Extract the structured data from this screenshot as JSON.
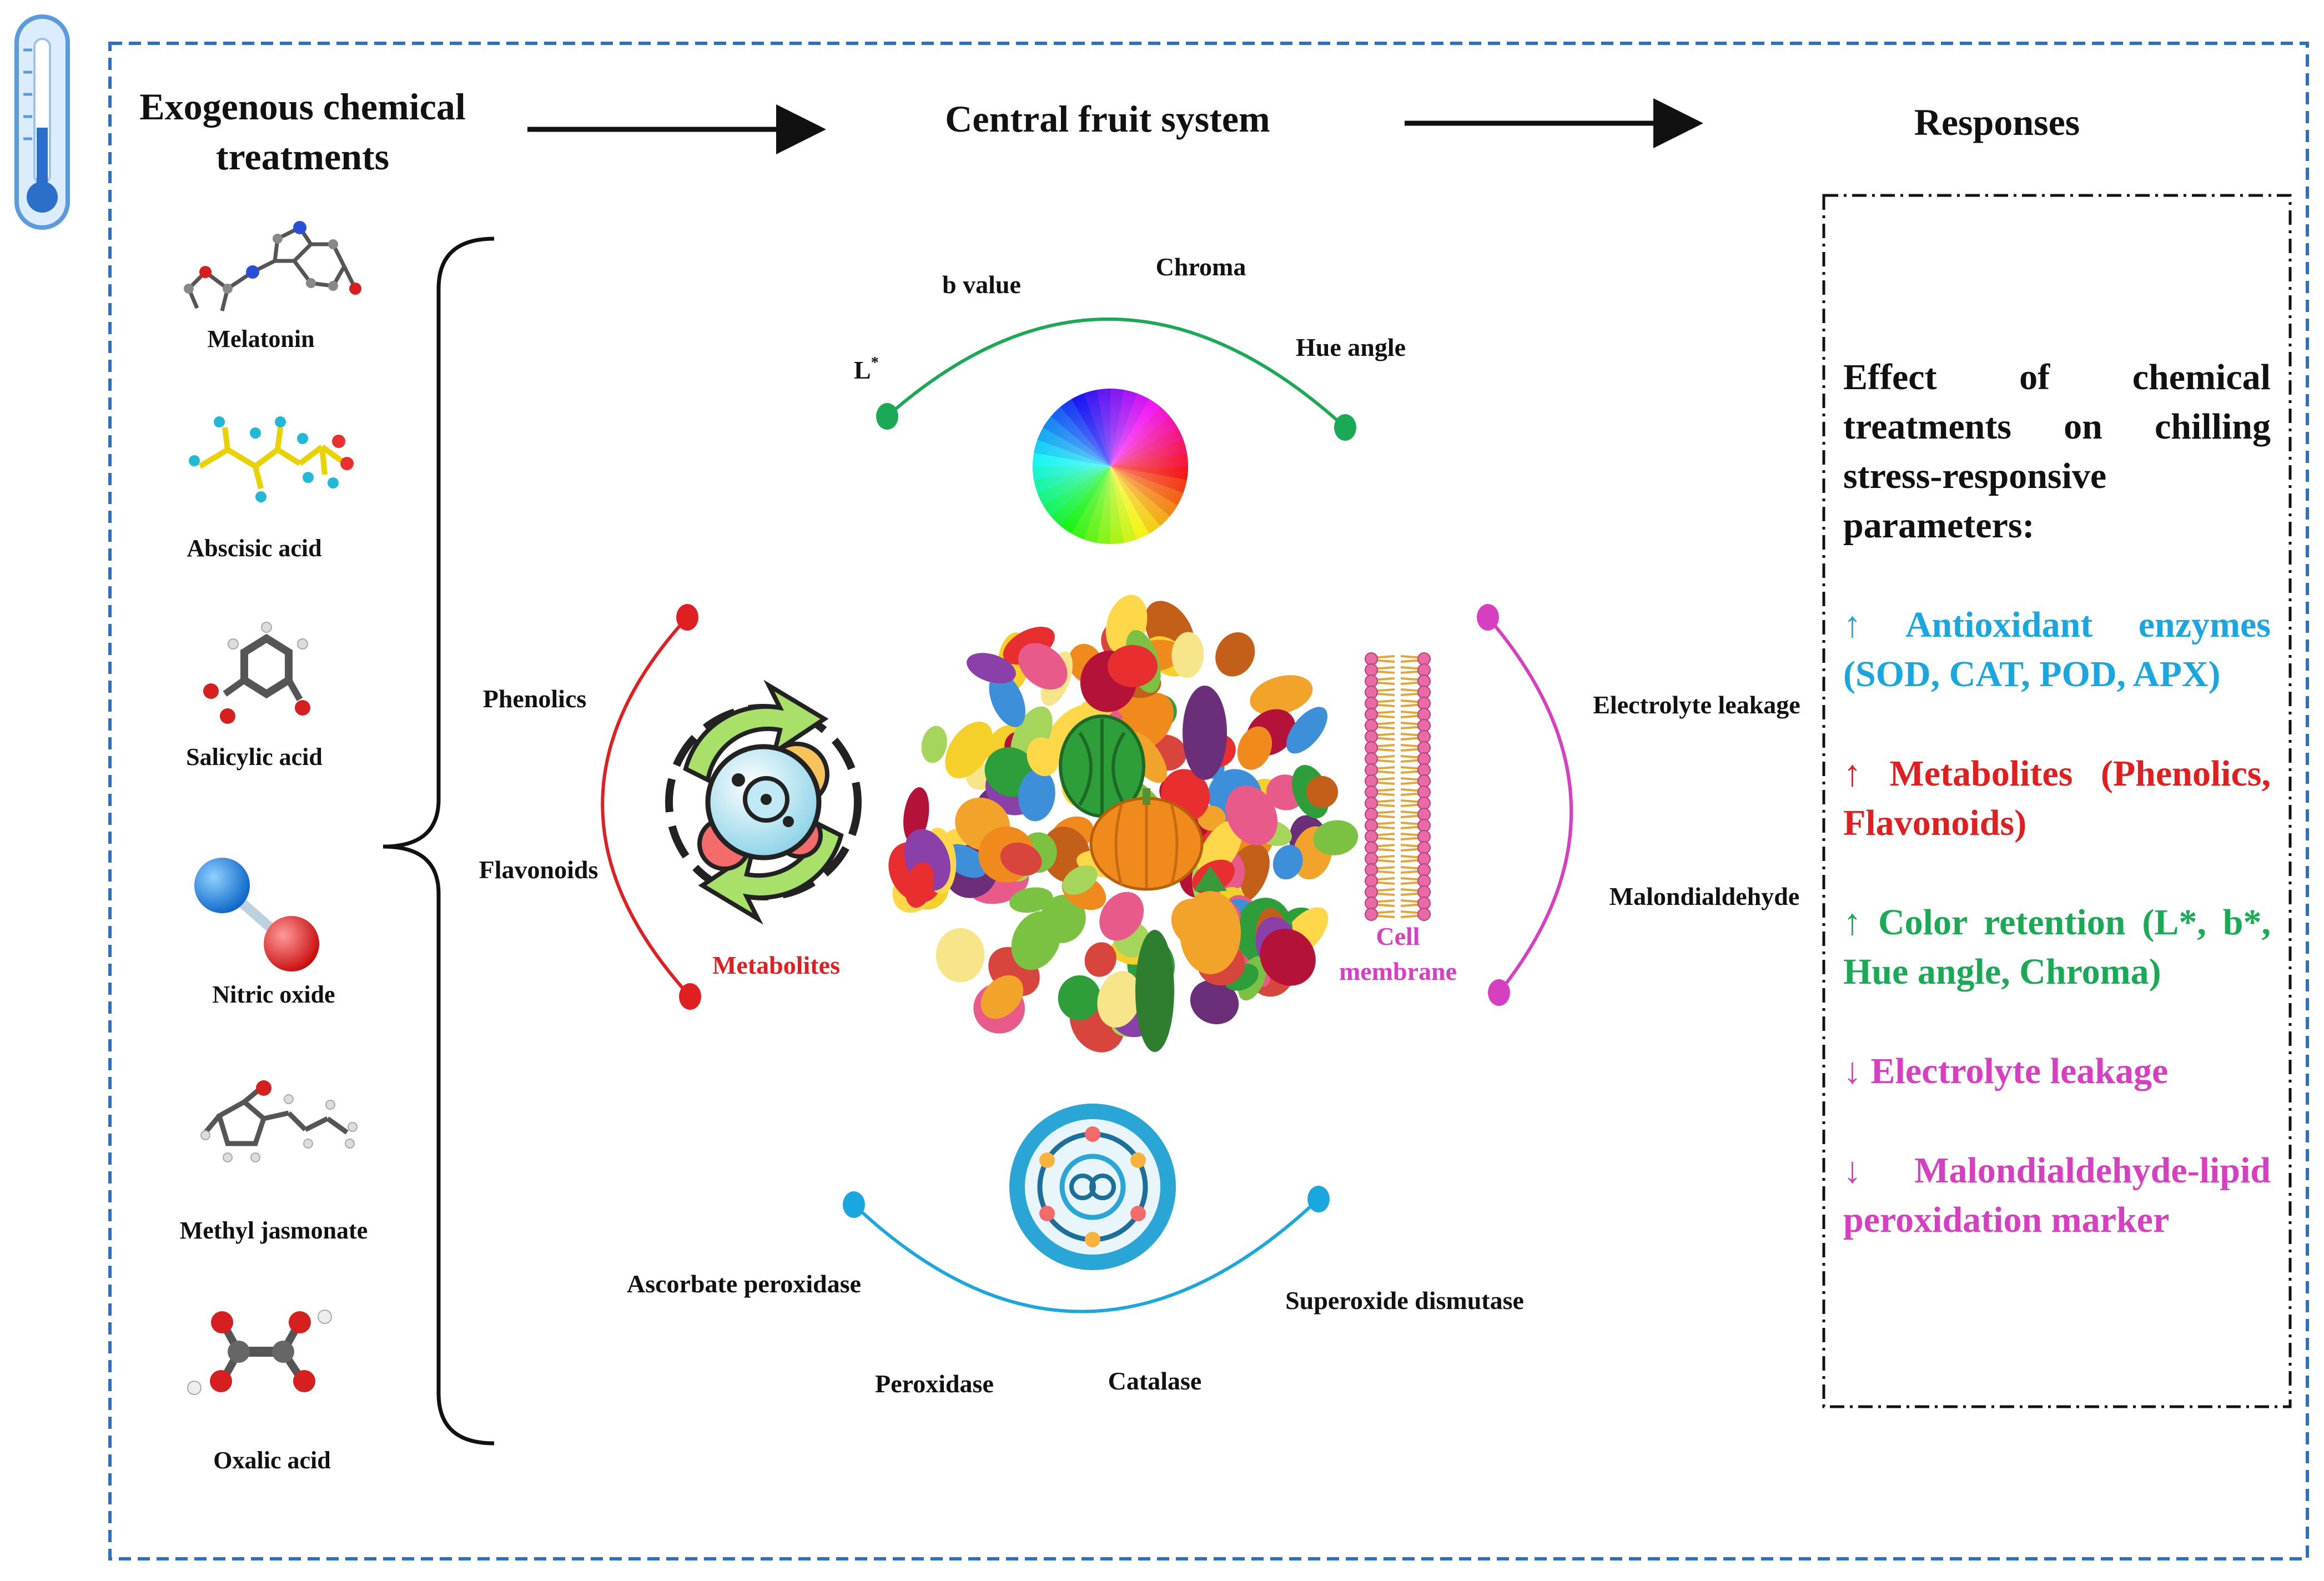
{
  "headers": {
    "treatments_line1": "Exogenous chemical",
    "treatments_line2": "treatments",
    "central": "Central fruit system",
    "responses": "Responses"
  },
  "chemicals": [
    {
      "name": "Melatonin"
    },
    {
      "name": "Abscisic acid"
    },
    {
      "name": "Salicylic acid"
    },
    {
      "name": "Nitric oxide"
    },
    {
      "name": "Methyl jasmonate"
    },
    {
      "name": "Oxalic acid"
    }
  ],
  "color_group": {
    "l_star": "L",
    "l_star_sup": "*",
    "b_value": "b value",
    "chroma": "Chroma",
    "hue_angle": "Hue angle",
    "arc_color": "#1aaa55"
  },
  "metabolites_group": {
    "phenolics": "Phenolics",
    "flavonoids": "Flavonoids",
    "label": "Metabolites",
    "arc_color": "#e02020"
  },
  "membrane_group": {
    "electrolyte": "Electrolyte leakage",
    "mda": "Malondialdehyde",
    "label_line1": "Cell",
    "label_line2": "membrane",
    "arc_color": "#d63fbf"
  },
  "enzyme_group": {
    "apx": "Ascorbate peroxidase",
    "sod": "Superoxide dismutase",
    "pod": "Peroxidase",
    "cat": "Catalase",
    "arc_color": "#1aa7e0"
  },
  "responses_box": {
    "intro_line1": [
      "Effect",
      "of",
      "chemical"
    ],
    "intro_line2": [
      "treatments",
      "on",
      "chilling"
    ],
    "intro_line3": "stress-responsive",
    "intro_line4": "parameters:",
    "items": [
      {
        "line1": "↑ Antioxidant enzymes",
        "line2": "(SOD, CAT, POD, APX)",
        "color": "#1aa7e0"
      },
      {
        "line1": "↑ Metabolites (Phenolics,",
        "line2": "Flavonoids)",
        "color": "#e02020"
      },
      {
        "line1": "↑ Color retention (L*, b*,",
        "line2": "Hue angle, Chroma)",
        "color": "#1aaa55"
      },
      {
        "line1": "↓ Electrolyte leakage",
        "line2": "",
        "color": "#d63fbf"
      },
      {
        "line1": "↓ Malondialdehyde-lipid",
        "line2": "peroxidation marker",
        "color": "#d63fbf"
      }
    ]
  },
  "icons": {
    "thermometer": "thermometer-icon",
    "color_wheel": "color-wheel-icon",
    "cell": "metabolism-cell-icon",
    "membrane": "lipid-bilayer-icon",
    "enzyme": "enzyme-molecule-icon",
    "fruit": "fruit-vegetable-collage"
  }
}
